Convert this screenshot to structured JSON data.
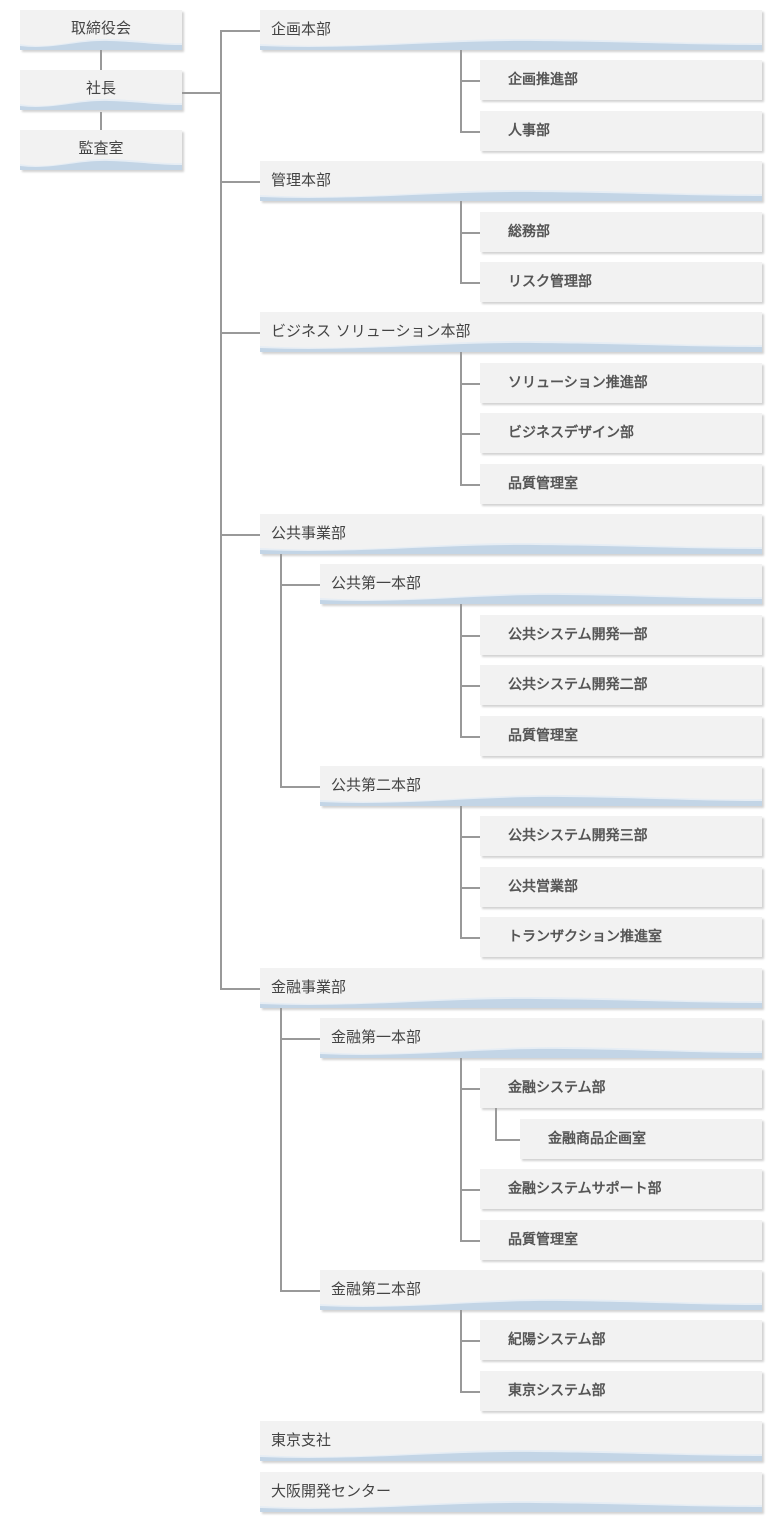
{
  "colors": {
    "box": "#f2f2f2",
    "wave": "#c3d5e6",
    "wave_light": "#e6edf4",
    "line": "#999999"
  },
  "executives": [
    "取締役会",
    "社長",
    "監査室"
  ],
  "divisions": [
    {
      "label": "企画本部",
      "children": [
        {
          "label": "企画推進部"
        },
        {
          "label": "人事部"
        }
      ]
    },
    {
      "label": "管理本部",
      "children": [
        {
          "label": "総務部"
        },
        {
          "label": "リスク管理部"
        }
      ]
    },
    {
      "label": "ビジネス ソリューション本部",
      "children": [
        {
          "label": "ソリューション推進部"
        },
        {
          "label": "ビジネスデザイン部"
        },
        {
          "label": "品質管理室"
        }
      ]
    },
    {
      "label": "公共事業部",
      "groups": [
        {
          "label": "公共第一本部",
          "children": [
            {
              "label": "公共システム開発一部"
            },
            {
              "label": "公共システム開発二部"
            },
            {
              "label": "品質管理室"
            }
          ]
        },
        {
          "label": "公共第二本部",
          "children": [
            {
              "label": "公共システム開発三部"
            },
            {
              "label": "公共営業部"
            },
            {
              "label": "トランザクション推進室"
            }
          ]
        }
      ]
    },
    {
      "label": "金融事業部",
      "groups": [
        {
          "label": "金融第一本部",
          "children": [
            {
              "label": "金融システム部",
              "children": [
                {
                  "label": "金融商品企画室"
                }
              ]
            },
            {
              "label": "金融システムサポート部"
            },
            {
              "label": "品質管理室"
            }
          ]
        },
        {
          "label": "金融第二本部",
          "children": [
            {
              "label": "紀陽システム部"
            },
            {
              "label": "東京システム部"
            }
          ]
        }
      ]
    }
  ],
  "standalone": [
    "東京支社",
    "大阪開発センター"
  ]
}
